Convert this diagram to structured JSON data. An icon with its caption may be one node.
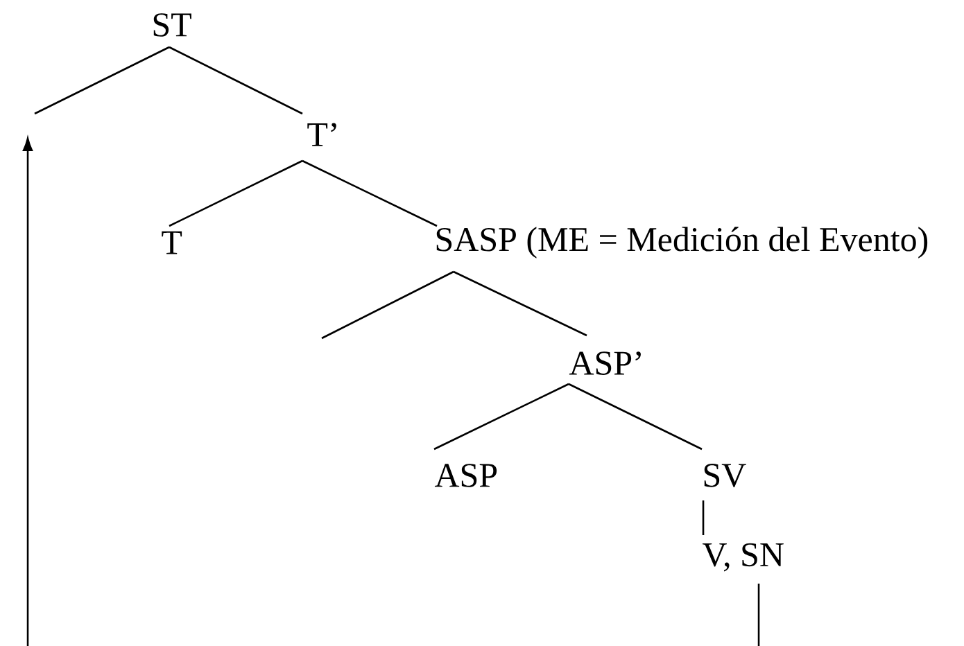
{
  "diagram": {
    "nodes": [
      {
        "text": [
          "ST"
        ]
      },
      {
        "text": [
          "T’"
        ]
      },
      {
        "text": [
          "T"
        ]
      },
      {
        "text": [
          "SASP (ME = Medición del Evento)"
        ]
      },
      {
        "text": [
          "ASP’"
        ]
      },
      {
        "text": [
          "ASP"
        ]
      },
      {
        "text": [
          "SV"
        ]
      },
      {
        "text": [
          "V, SN"
        ]
      }
    ],
    "edges": [
      {
        "from": 0,
        "to": null,
        "arrow": "none"
      },
      {
        "from": 0,
        "to": 1,
        "arrow": "none"
      },
      {
        "from": 1,
        "to": 2,
        "arrow": "none"
      },
      {
        "from": 1,
        "to": 3,
        "arrow": "none"
      },
      {
        "from": 3,
        "to": null,
        "arrow": "none"
      },
      {
        "from": 3,
        "to": 4,
        "arrow": "none"
      },
      {
        "from": 4,
        "to": 5,
        "arrow": "none"
      },
      {
        "from": 4,
        "to": 6,
        "arrow": "none"
      },
      {
        "from": 6,
        "to": 7,
        "arrow": "none"
      },
      {
        "from": 7,
        "to": null,
        "arrow": "none"
      }
    ]
  }
}
